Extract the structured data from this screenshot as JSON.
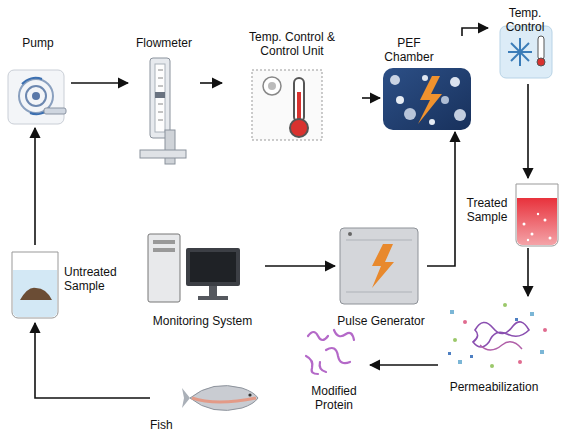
{
  "diagram": {
    "nodes": [
      {
        "text": [
          "Pump"
        ]
      },
      {
        "text": [
          "Flowmeter"
        ]
      },
      {
        "text": [
          "Temp. Control & Control Unit"
        ]
      },
      {
        "text": [
          "PEF Chamber"
        ]
      },
      {
        "text": [
          "Temp. Control"
        ]
      },
      {
        "text": [
          "Treated Sample"
        ]
      },
      {
        "text": [
          "Untreated Sample"
        ]
      },
      {
        "text": [
          "Monitoring System"
        ]
      },
      {
        "text": [
          "Pulse Generator"
        ]
      },
      {
        "text": [
          "Permeabilization"
        ]
      },
      {
        "text": [
          "Modified Protein"
        ]
      },
      {
        "text": [
          "Fish"
        ]
      }
    ],
    "edges": [
      {
        "from": 6,
        "to": 0,
        "arrow": "to"
      },
      {
        "from": 0,
        "to": 1,
        "arrow": "to"
      },
      {
        "from": 1,
        "to": 2,
        "arrow": "to"
      },
      {
        "from": 2,
        "to": 3,
        "arrow": "to"
      },
      {
        "from": 3,
        "to": 4,
        "arrow": "to"
      },
      {
        "from": 4,
        "to": 5,
        "arrow": "to"
      },
      {
        "from": 5,
        "to": 9,
        "arrow": "to"
      },
      {
        "from": 9,
        "to": 10,
        "arrow": "to"
      },
      {
        "from": 11,
        "to": 6,
        "arrow": "to"
      },
      {
        "from": 7,
        "to": 8,
        "arrow": "to"
      },
      {
        "from": 8,
        "to": 3,
        "arrow": "to"
      }
    ]
  }
}
